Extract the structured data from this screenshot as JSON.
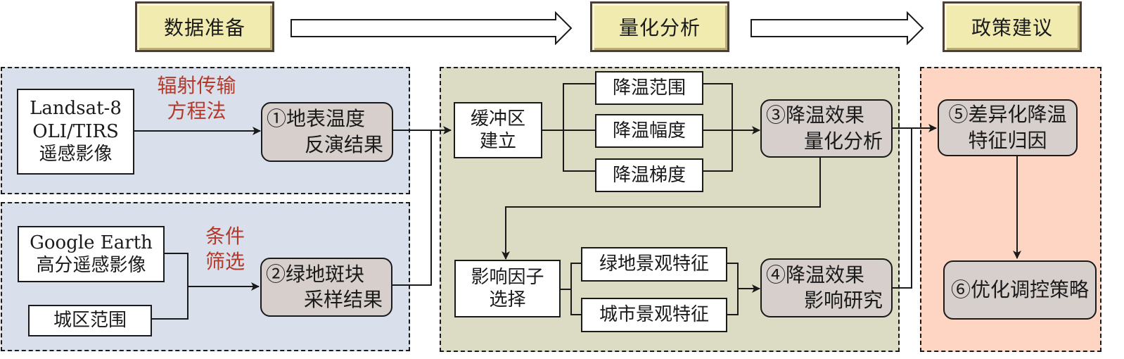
{
  "stages": [
    {
      "label": "数据准备"
    },
    {
      "label": "量化分析"
    },
    {
      "label": "政策建议"
    }
  ],
  "data_prep": {
    "landsat": {
      "lines": [
        "Landsat-8",
        "OLI/TIRS",
        "遥感影像"
      ]
    },
    "rte_method": {
      "lines": [
        "辐射传输",
        "方程法"
      ]
    },
    "lst_result": {
      "lines": [
        "①地表温度",
        "反演结果"
      ]
    },
    "google_earth": {
      "lines": [
        "Google Earth",
        "高分遥感影像"
      ]
    },
    "urban_extent": {
      "label": "城区范围"
    },
    "filter_method": {
      "lines": [
        "条件",
        "筛选"
      ]
    },
    "greenspace_result": {
      "lines": [
        "②绿地斑块",
        "采样结果"
      ]
    }
  },
  "analysis": {
    "buffer": {
      "lines": [
        "缓冲区",
        "建立"
      ]
    },
    "metrics": [
      "降温范围",
      "降温幅度",
      "降温梯度"
    ],
    "cooling_quant": {
      "lines": [
        "③降温效果",
        "量化分析"
      ]
    },
    "factor_select": {
      "lines": [
        "影响因子",
        "选择"
      ]
    },
    "features": [
      "绿地景观特征",
      "城市景观特征"
    ],
    "cooling_impact": {
      "lines": [
        "④降温效果",
        "影响研究"
      ]
    }
  },
  "policy": {
    "attribution": {
      "lines": [
        "⑤差异化降温",
        "特征归因"
      ]
    },
    "strategy": {
      "label": "⑥优化调控策略"
    }
  },
  "colors": {
    "stage_fill": "#f1ebb0",
    "panel_data_prep": "#d9e0ec",
    "panel_analysis": "#dcdcc4",
    "panel_policy": "#fdd5c2",
    "result_box": "#d6cfcc",
    "method_text": "#b33a2a"
  }
}
